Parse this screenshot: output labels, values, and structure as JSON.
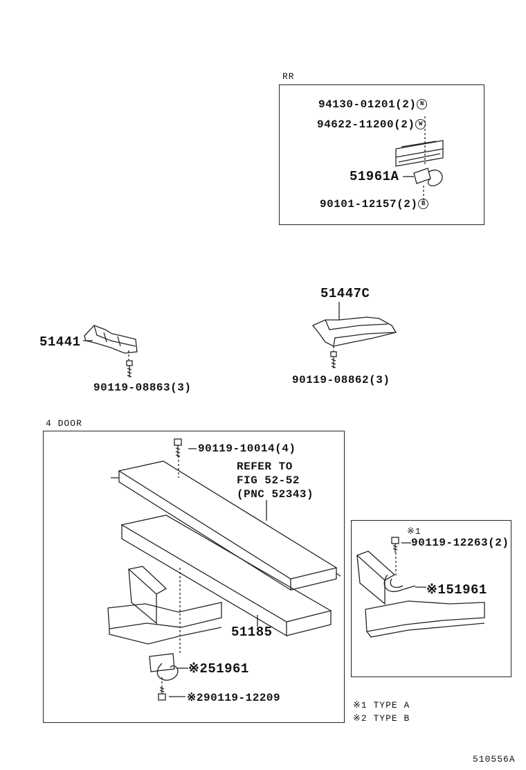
{
  "rr_section": {
    "title": "RR",
    "labels": [
      {
        "part": "94130-01201",
        "qty": "(2)",
        "mark": "N"
      },
      {
        "part": "94622-11200",
        "qty": "(2)",
        "mark": "W"
      },
      {
        "part": "51961A",
        "qty": "",
        "mark": ""
      },
      {
        "part": "90101-12157",
        "qty": "(2)",
        "mark": "B"
      }
    ]
  },
  "parts_left": {
    "bracket": "51441",
    "bolt": "90119-08863(3)"
  },
  "parts_right": {
    "bracket": "51447C",
    "bolt": "90119-08862(3)"
  },
  "four_door": {
    "title": "4 DOOR",
    "bolt_top": "90119-10014(4)",
    "refer": [
      "REFER TO",
      "FIG 52-52",
      "(PNC 52343)"
    ],
    "rail": "51185",
    "hook": "※251961",
    "bolt_bottom": "※290119-12209"
  },
  "type_a_box": {
    "note_mark": "※1",
    "bolt": "90119-12263(2)",
    "hook": "※151961"
  },
  "legend": [
    "※1 TYPE A",
    "※2 TYPE B"
  ],
  "figure_id": "510556A"
}
